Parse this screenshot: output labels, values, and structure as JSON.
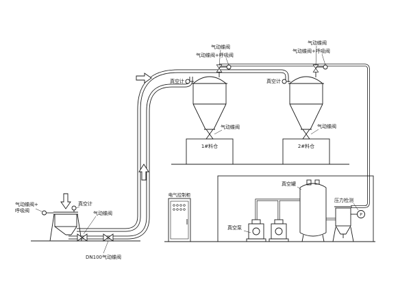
{
  "labels": {
    "receiver1": {
      "top_valve": "气动蝶阀",
      "breather": "气动蝶阀+呼吸阀",
      "vacuum_gauge": "真空计",
      "discharge_valve": "气动蝶阀",
      "bin": "1#料仓"
    },
    "receiver2": {
      "top_valve": "气动蝶阀",
      "breather": "气动蝶阀+呼吸阀",
      "vacuum_gauge": "真空计",
      "discharge_valve": "气动蝶阀",
      "bin": "2#料仓"
    },
    "feeder": {
      "breather_line1": "气动蝶阀+",
      "breather_line2": "呼吸阀",
      "vacuum_gauge": "真空计",
      "valve": "气动蝶阀",
      "line_valve": "DN100气动蝶阀"
    },
    "cabinet": {
      "title": "电气控制柜"
    },
    "pump_room": {
      "vacuum_pump": "真空泵",
      "vacuum_tank": "真空罐",
      "pressure_detect": "压力检测",
      "gauge_letter": "P"
    }
  },
  "colors": {
    "line": "#1a1a1a",
    "background": "#ffffff"
  }
}
